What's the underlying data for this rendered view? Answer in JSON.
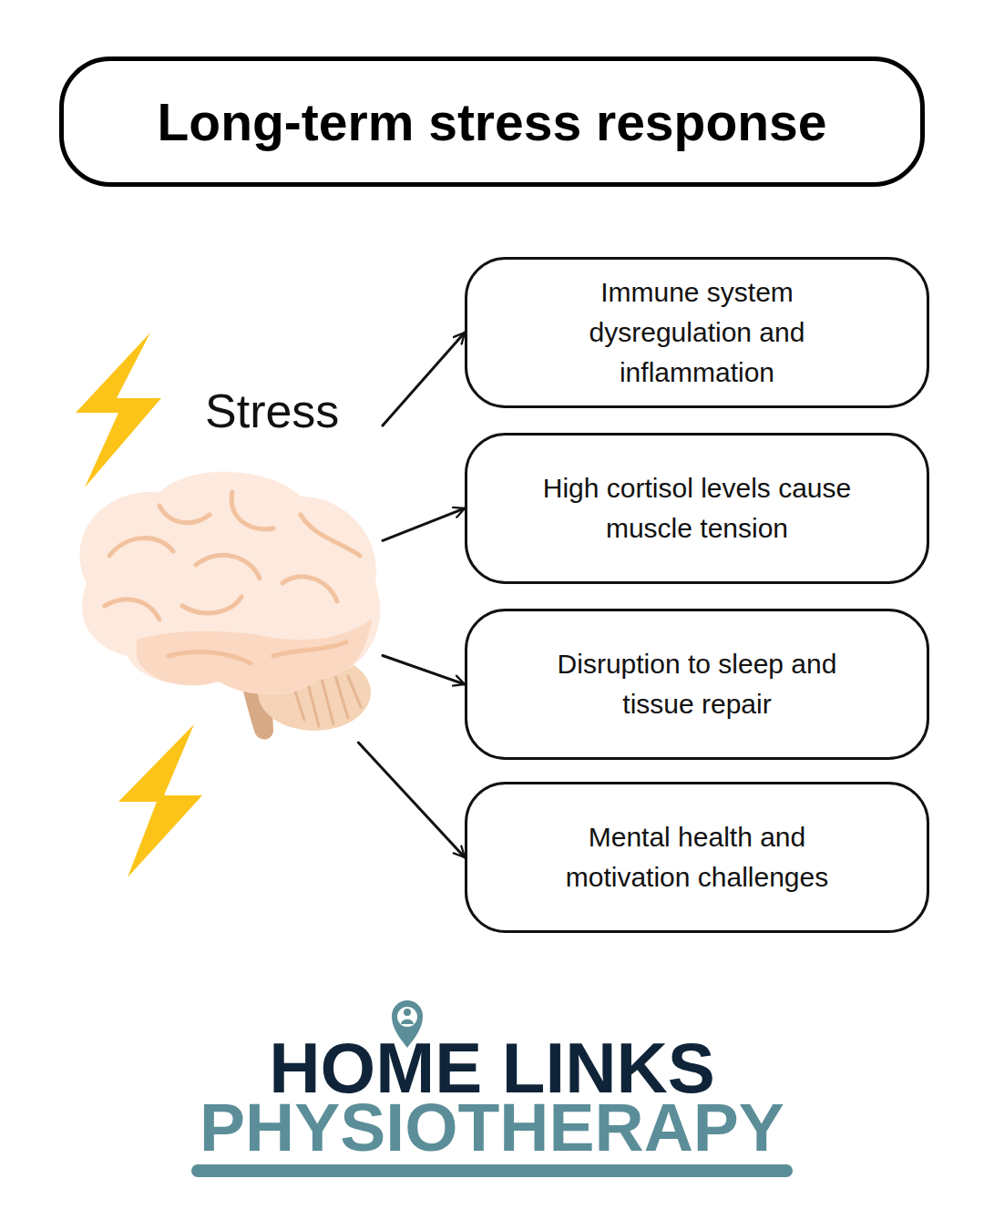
{
  "diagram": {
    "title": "Long-term stress response",
    "nodes": [
      {
        "text": [
          "Stress"
        ]
      },
      {
        "text": [
          "Immune system dysregulation and inflammation"
        ]
      },
      {
        "text": [
          "High cortisol levels cause muscle tension"
        ]
      },
      {
        "text": [
          "Disruption to sleep and tissue repair"
        ]
      },
      {
        "text": [
          "Mental health and motivation challenges"
        ]
      }
    ],
    "edges": [
      {
        "from": 0,
        "to": 1,
        "arrow": "to"
      },
      {
        "from": 0,
        "to": 2,
        "arrow": "to"
      },
      {
        "from": 0,
        "to": 3,
        "arrow": "to"
      },
      {
        "from": 0,
        "to": 4,
        "arrow": "to"
      }
    ],
    "labels": [
      "HOME LINKS",
      "PHYSIOTHERAPY"
    ]
  }
}
